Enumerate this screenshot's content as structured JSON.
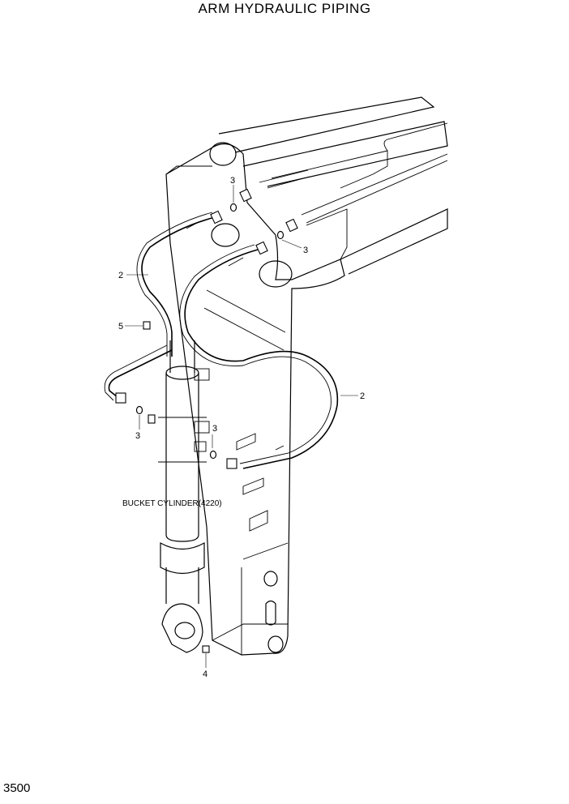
{
  "title": "ARM HYDRAULIC PIPING",
  "page_number": "3500",
  "callouts": {
    "c1": "3",
    "c2": "3",
    "c3": "2",
    "c4": "5",
    "c5": "2",
    "c6": "3",
    "c7": "3",
    "c8": "4"
  },
  "component_label": "BUCKET CYLINDER(4220)"
}
